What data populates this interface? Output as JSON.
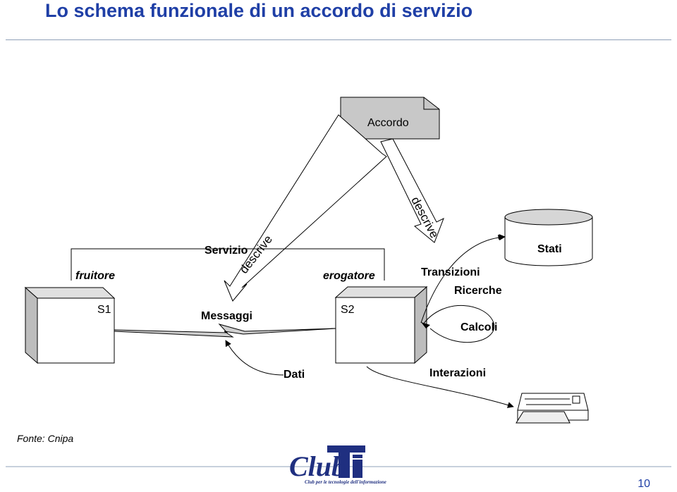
{
  "slide": {
    "title": "Lo schema funzionale di un accordo di  servizio",
    "source": "Fonte: Cnipa",
    "page_number": "10"
  },
  "diagram": {
    "accordo": "Accordo",
    "stati": "Stati",
    "descrive_left": "descrive",
    "descrive_right": "descrive",
    "servizio": "Servizio",
    "fruitore": "fruitore",
    "erogatore": "erogatore",
    "s1": "S1",
    "s2": "S2",
    "messaggi": "Messaggi",
    "transizioni": "Transizioni",
    "ricerche": "Ricerche",
    "calcoli": "Calcoli",
    "dati": "Dati",
    "interazioni": "Interazioni"
  },
  "logo": {
    "name": "Club",
    "mark": "TI",
    "tagline": "Club per le tecnologie dell'informazione"
  },
  "colors": {
    "title": "#1f3fa6",
    "accordo_fill": "#c8c8c8",
    "node_front": "#ffffff",
    "node_side": "#bdbdbd",
    "stati_top": "#d6d6d6",
    "logo": "#1f2f80"
  }
}
